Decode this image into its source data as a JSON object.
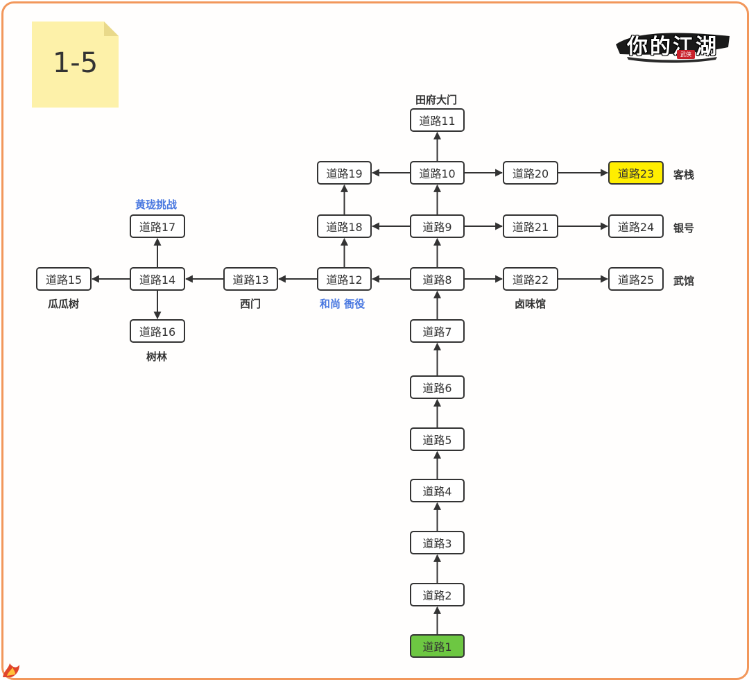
{
  "note": {
    "label": "1-5"
  },
  "logo": {
    "text": "你的江湖",
    "stamp": "武侠"
  },
  "colors": {
    "frame": "#f2975b",
    "note": "#fdf1a9",
    "start_node": "#6dc742",
    "goal_node": "#ffee00",
    "npc_label": "#4a78e0",
    "stroke": "#333333"
  },
  "nodes": {
    "n1": "道路1",
    "n2": "道路2",
    "n3": "道路3",
    "n4": "道路4",
    "n5": "道路5",
    "n6": "道路6",
    "n7": "道路7",
    "n8": "道路8",
    "n9": "道路9",
    "n10": "道路10",
    "n11": "道路11",
    "n12": "道路12",
    "n13": "道路13",
    "n14": "道路14",
    "n15": "道路15",
    "n16": "道路16",
    "n17": "道路17",
    "n18": "道路18",
    "n19": "道路19",
    "n20": "道路20",
    "n21": "道路21",
    "n22": "道路22",
    "n23": "道路23",
    "n24": "道路24",
    "n25": "道路25"
  },
  "labels": {
    "tianfu_gate": "田府大门",
    "inn": "客栈",
    "bank": "银号",
    "martial_hall": "武馆",
    "luwei_shop": "卤味馆",
    "west_gate": "西门",
    "monk_guard": "和尚 衙役",
    "huanglong_challenge": "黄珑挑战",
    "melon_tree": "瓜瓜树",
    "woods": "树林"
  },
  "edges": [
    [
      "n1",
      "n2"
    ],
    [
      "n2",
      "n3"
    ],
    [
      "n3",
      "n4"
    ],
    [
      "n4",
      "n5"
    ],
    [
      "n5",
      "n6"
    ],
    [
      "n6",
      "n7"
    ],
    [
      "n7",
      "n8"
    ],
    [
      "n8",
      "n9"
    ],
    [
      "n9",
      "n10"
    ],
    [
      "n10",
      "n11"
    ],
    [
      "n10",
      "n19"
    ],
    [
      "n10",
      "n20"
    ],
    [
      "n20",
      "n23"
    ],
    [
      "n9",
      "n18"
    ],
    [
      "n9",
      "n21"
    ],
    [
      "n21",
      "n24"
    ],
    [
      "n8",
      "n12"
    ],
    [
      "n8",
      "n22"
    ],
    [
      "n22",
      "n25"
    ],
    [
      "n12",
      "n18"
    ],
    [
      "n18",
      "n19"
    ],
    [
      "n12",
      "n13"
    ],
    [
      "n13",
      "n14"
    ],
    [
      "n14",
      "n15"
    ],
    [
      "n14",
      "n17"
    ],
    [
      "n14",
      "n16"
    ]
  ]
}
